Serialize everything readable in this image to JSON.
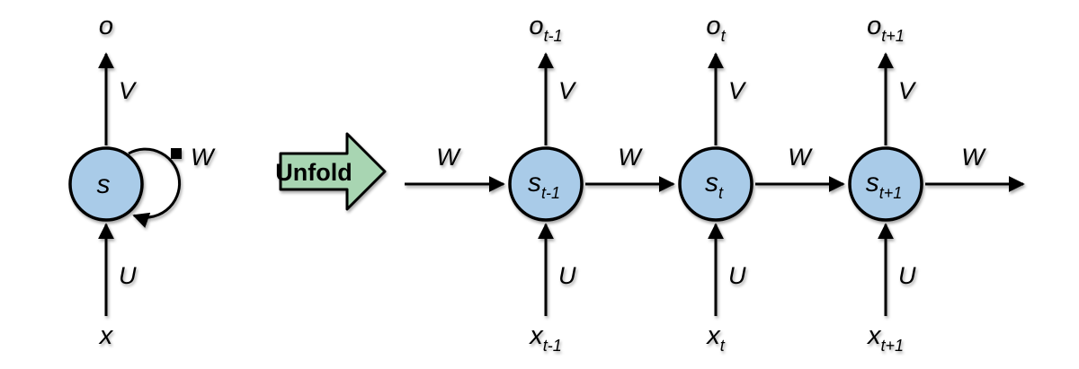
{
  "diagram": {
    "type": "rnn-unfold-diagram",
    "colors": {
      "node_fill": "#a9cbe8",
      "node_stroke": "#000000",
      "unfold_fill": "#a8d5b2",
      "line": "#000000"
    },
    "folded": {
      "state": {
        "main": "s",
        "sub": ""
      },
      "output": {
        "main": "o",
        "sub": ""
      },
      "input": {
        "main": "x",
        "sub": ""
      },
      "v_label": "V",
      "u_label": "U",
      "w_label": "W"
    },
    "unfold": {
      "label": "Unfold"
    },
    "unfolded": {
      "entry_w": "W",
      "units": [
        {
          "state": {
            "main": "s",
            "sub": "t-1"
          },
          "output": {
            "main": "o",
            "sub": "t-1"
          },
          "input": {
            "main": "x",
            "sub": "t-1"
          },
          "v_label": "V",
          "u_label": "U",
          "w_out": "W"
        },
        {
          "state": {
            "main": "s",
            "sub": "t"
          },
          "output": {
            "main": "o",
            "sub": "t"
          },
          "input": {
            "main": "x",
            "sub": "t"
          },
          "v_label": "V",
          "u_label": "U",
          "w_out": "W"
        },
        {
          "state": {
            "main": "s",
            "sub": "t+1"
          },
          "output": {
            "main": "o",
            "sub": "t+1"
          },
          "input": {
            "main": "x",
            "sub": "t+1"
          },
          "v_label": "V",
          "u_label": "U",
          "w_out": "W"
        }
      ]
    }
  }
}
